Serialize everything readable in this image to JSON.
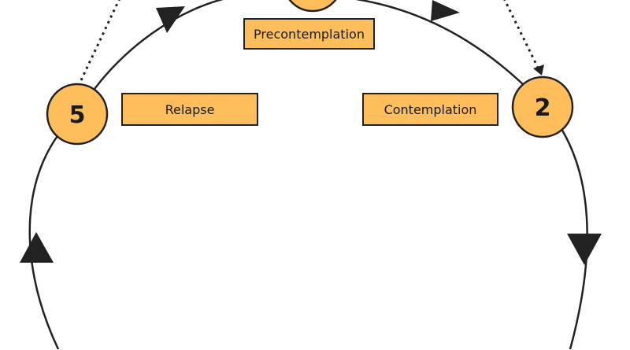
{
  "colors": {
    "node_fill": "#ffbe5c",
    "label_fill": "#ffbe5c",
    "stroke": "#222222"
  },
  "nodes": [
    {
      "id": "stage-1",
      "number": ""
    },
    {
      "id": "stage-2",
      "number": "2"
    },
    {
      "id": "stage-5",
      "number": "5"
    }
  ],
  "labels": {
    "precontemplation": "Precontemplation",
    "contemplation": "Contemplation",
    "relapse": "Relapse"
  }
}
